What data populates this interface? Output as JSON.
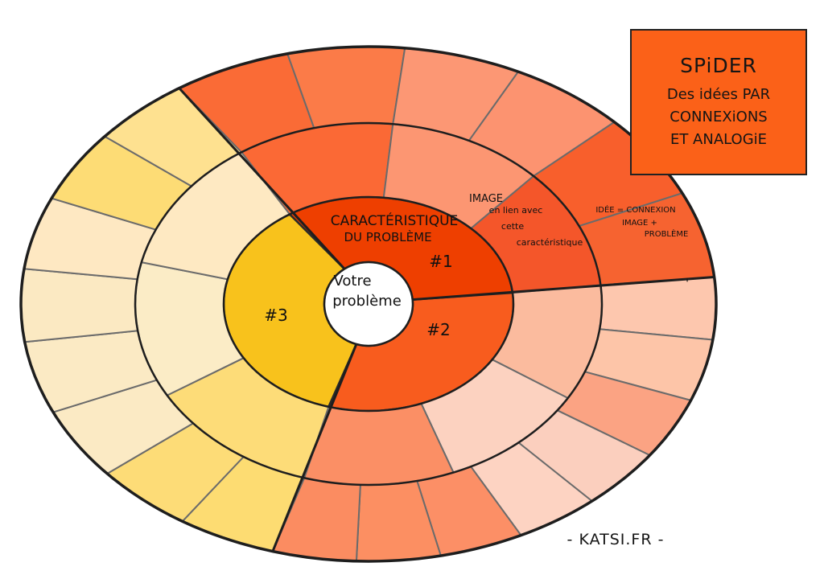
{
  "diagram": {
    "center_label": [
      "Votre",
      "problème"
    ],
    "sectors": [
      {
        "id": "1",
        "number": "#1",
        "characteristic_label": [
          "CARACTÉRISTIQUE",
          "DU PROBLÈME"
        ],
        "image_label": [
          "IMAGE",
          "en lien avec",
          "cette",
          "caractéristique"
        ],
        "idea_label": [
          "IDÉE = CONNEXION",
          "IMAGE +",
          "PROBLÈME"
        ],
        "colors": {
          "ring1": "#ee3f00",
          "ring2": [
            "#fb6935",
            "#fc9672",
            "#f4562a"
          ],
          "ring3": [
            "#fa6b36",
            "#fb7b48",
            "#fc9774",
            "#fc9370",
            "#f85f2c",
            "#f66330"
          ]
        }
      },
      {
        "id": "2",
        "number": "#2",
        "colors": {
          "ring1": "#f85c1e",
          "ring2": [
            "#fbbb9e",
            "#fcd2c0",
            "#fb8f65"
          ],
          "ring3": [
            "#fdc7ae",
            "#fdc5a8",
            "#fba383",
            "#fbcfbe",
            "#fdd3c2",
            "#fc8f66",
            "#fc8f62",
            "#fb8c61"
          ]
        }
      },
      {
        "id": "3",
        "number": "#3",
        "colors": {
          "ring1": "#f8c21c",
          "ring2": [
            "#fddc78",
            "#fbecc6",
            "#fee9c2"
          ],
          "ring3": [
            "#fddc72",
            "#fddc77",
            "#fbeac4",
            "#fbeac4",
            "#fbe9c2",
            "#fee8c2",
            "#fddc75",
            "#fee190"
          ]
        }
      }
    ],
    "ring4_small_mark": "'"
  },
  "title_box": {
    "title": "SPiDER",
    "subtitle": [
      "Des idées PAR",
      "CONNEXiONS",
      "ET ANALOGiE"
    ],
    "background": "#fb6118"
  },
  "credit": "- KATSI.FR -"
}
